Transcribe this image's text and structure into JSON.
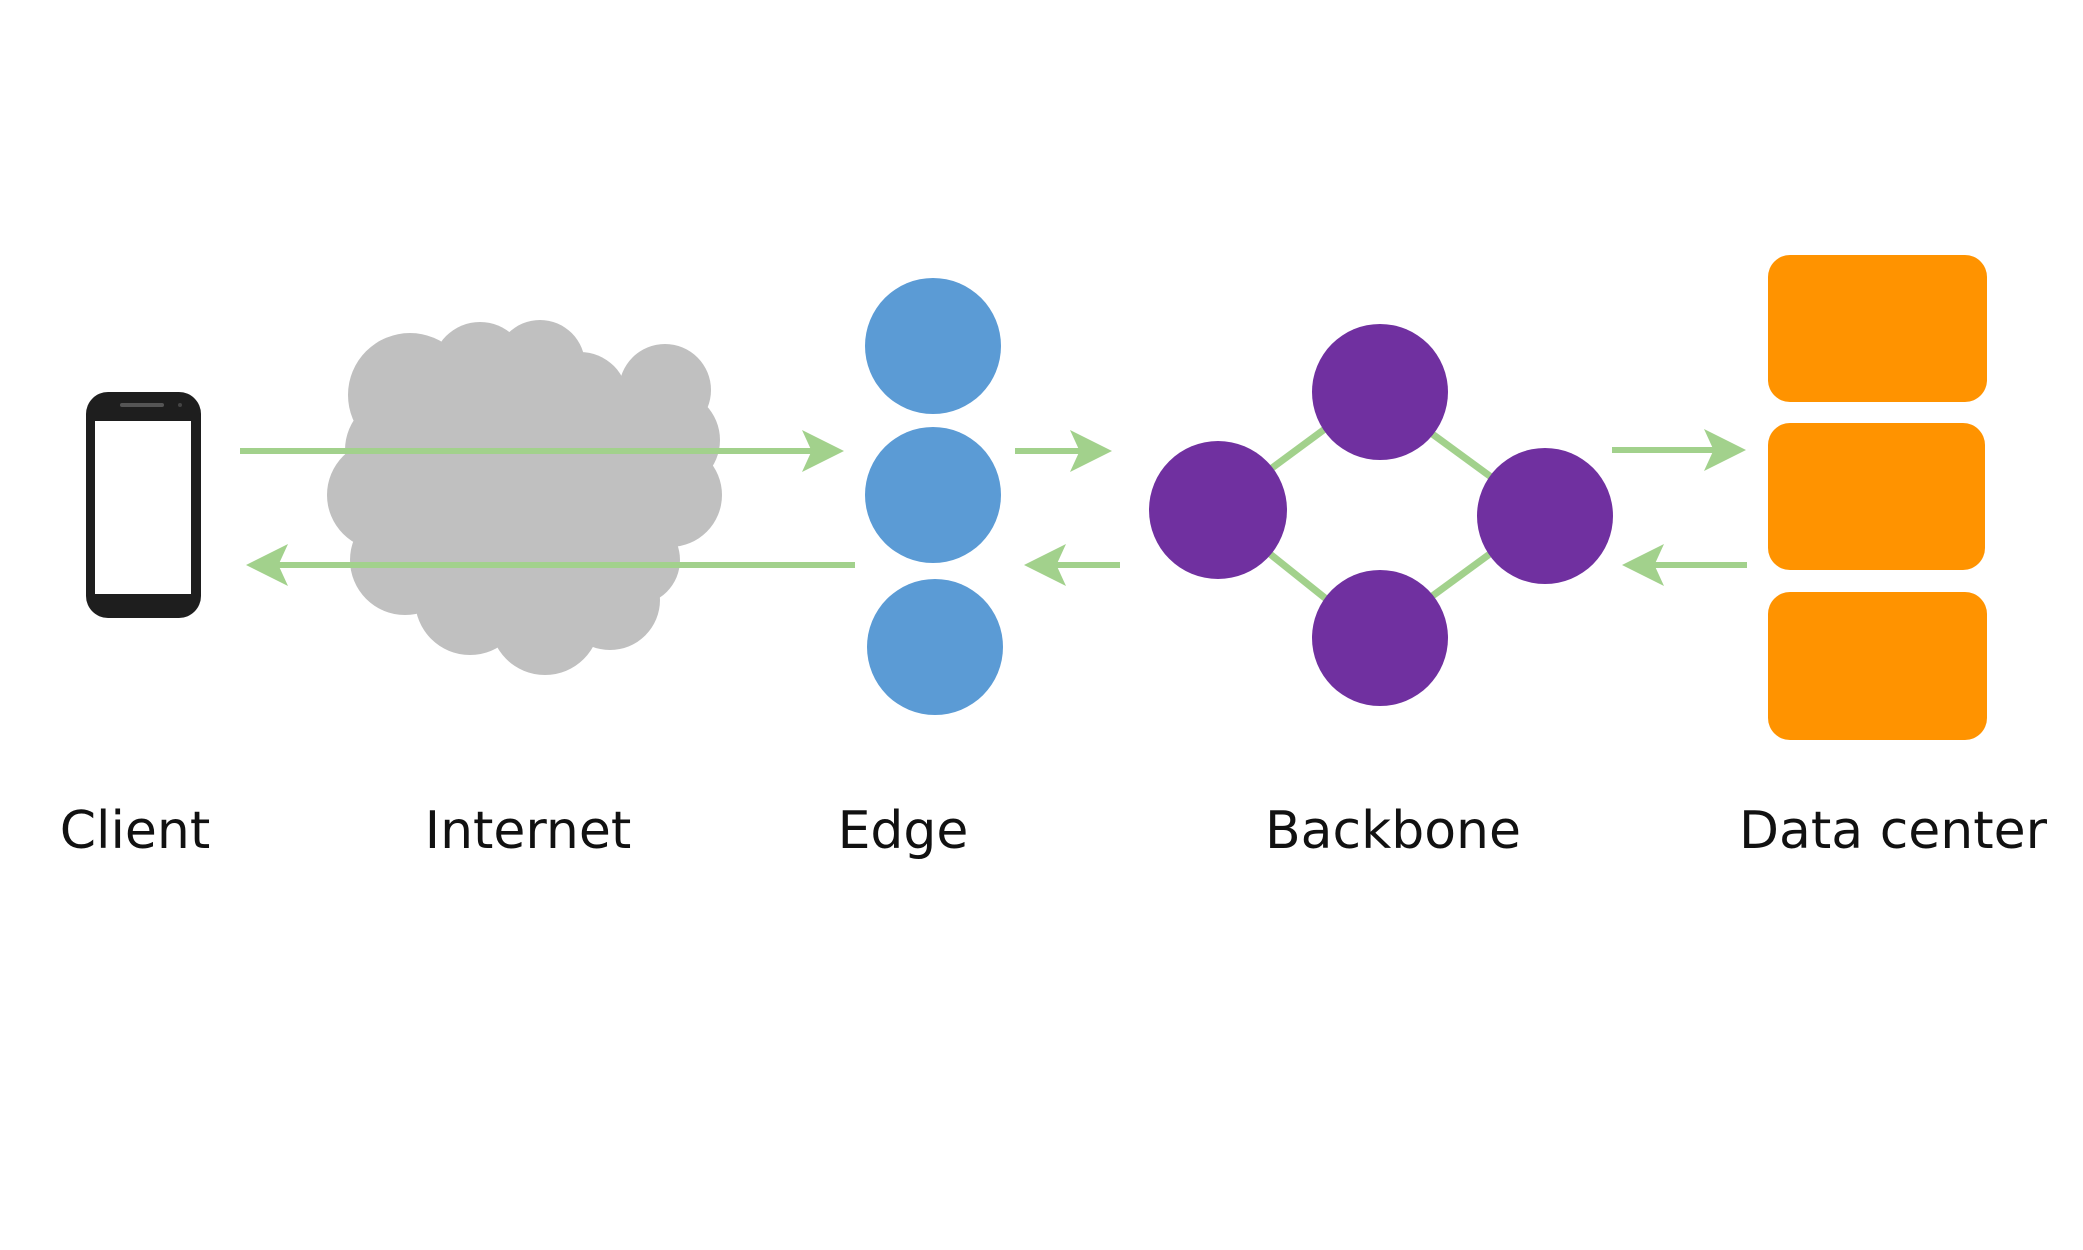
{
  "diagram": {
    "type": "network-flow",
    "colors": {
      "arrow": "#a2d18c",
      "phone_body": "#1e1e1e",
      "phone_screen": "#ffffff",
      "cloud": "#c0c0c0",
      "edge_node": "#5b9bd5",
      "backbone_node": "#7030a0",
      "backbone_link": "#a2d18c",
      "datacenter_box": "#ff9300",
      "label": "#111111"
    },
    "stages": [
      {
        "id": "client",
        "label": "Client",
        "icon": "smartphone-icon"
      },
      {
        "id": "internet",
        "label": "Internet",
        "icon": "cloud-icon"
      },
      {
        "id": "edge",
        "label": "Edge",
        "icon": "edge-nodes",
        "node_count": 3
      },
      {
        "id": "backbone",
        "label": "Backbone",
        "icon": "backbone-mesh",
        "node_count": 4
      },
      {
        "id": "datacenter",
        "label": "Data center",
        "icon": "server-stack",
        "node_count": 3
      }
    ],
    "links": [
      {
        "from": "client",
        "to": "edge",
        "direction": "request"
      },
      {
        "from": "edge",
        "to": "client",
        "direction": "response"
      },
      {
        "from": "edge",
        "to": "backbone",
        "direction": "request"
      },
      {
        "from": "backbone",
        "to": "edge",
        "direction": "response"
      },
      {
        "from": "backbone",
        "to": "datacenter",
        "direction": "request"
      },
      {
        "from": "datacenter",
        "to": "backbone",
        "direction": "response"
      }
    ]
  }
}
